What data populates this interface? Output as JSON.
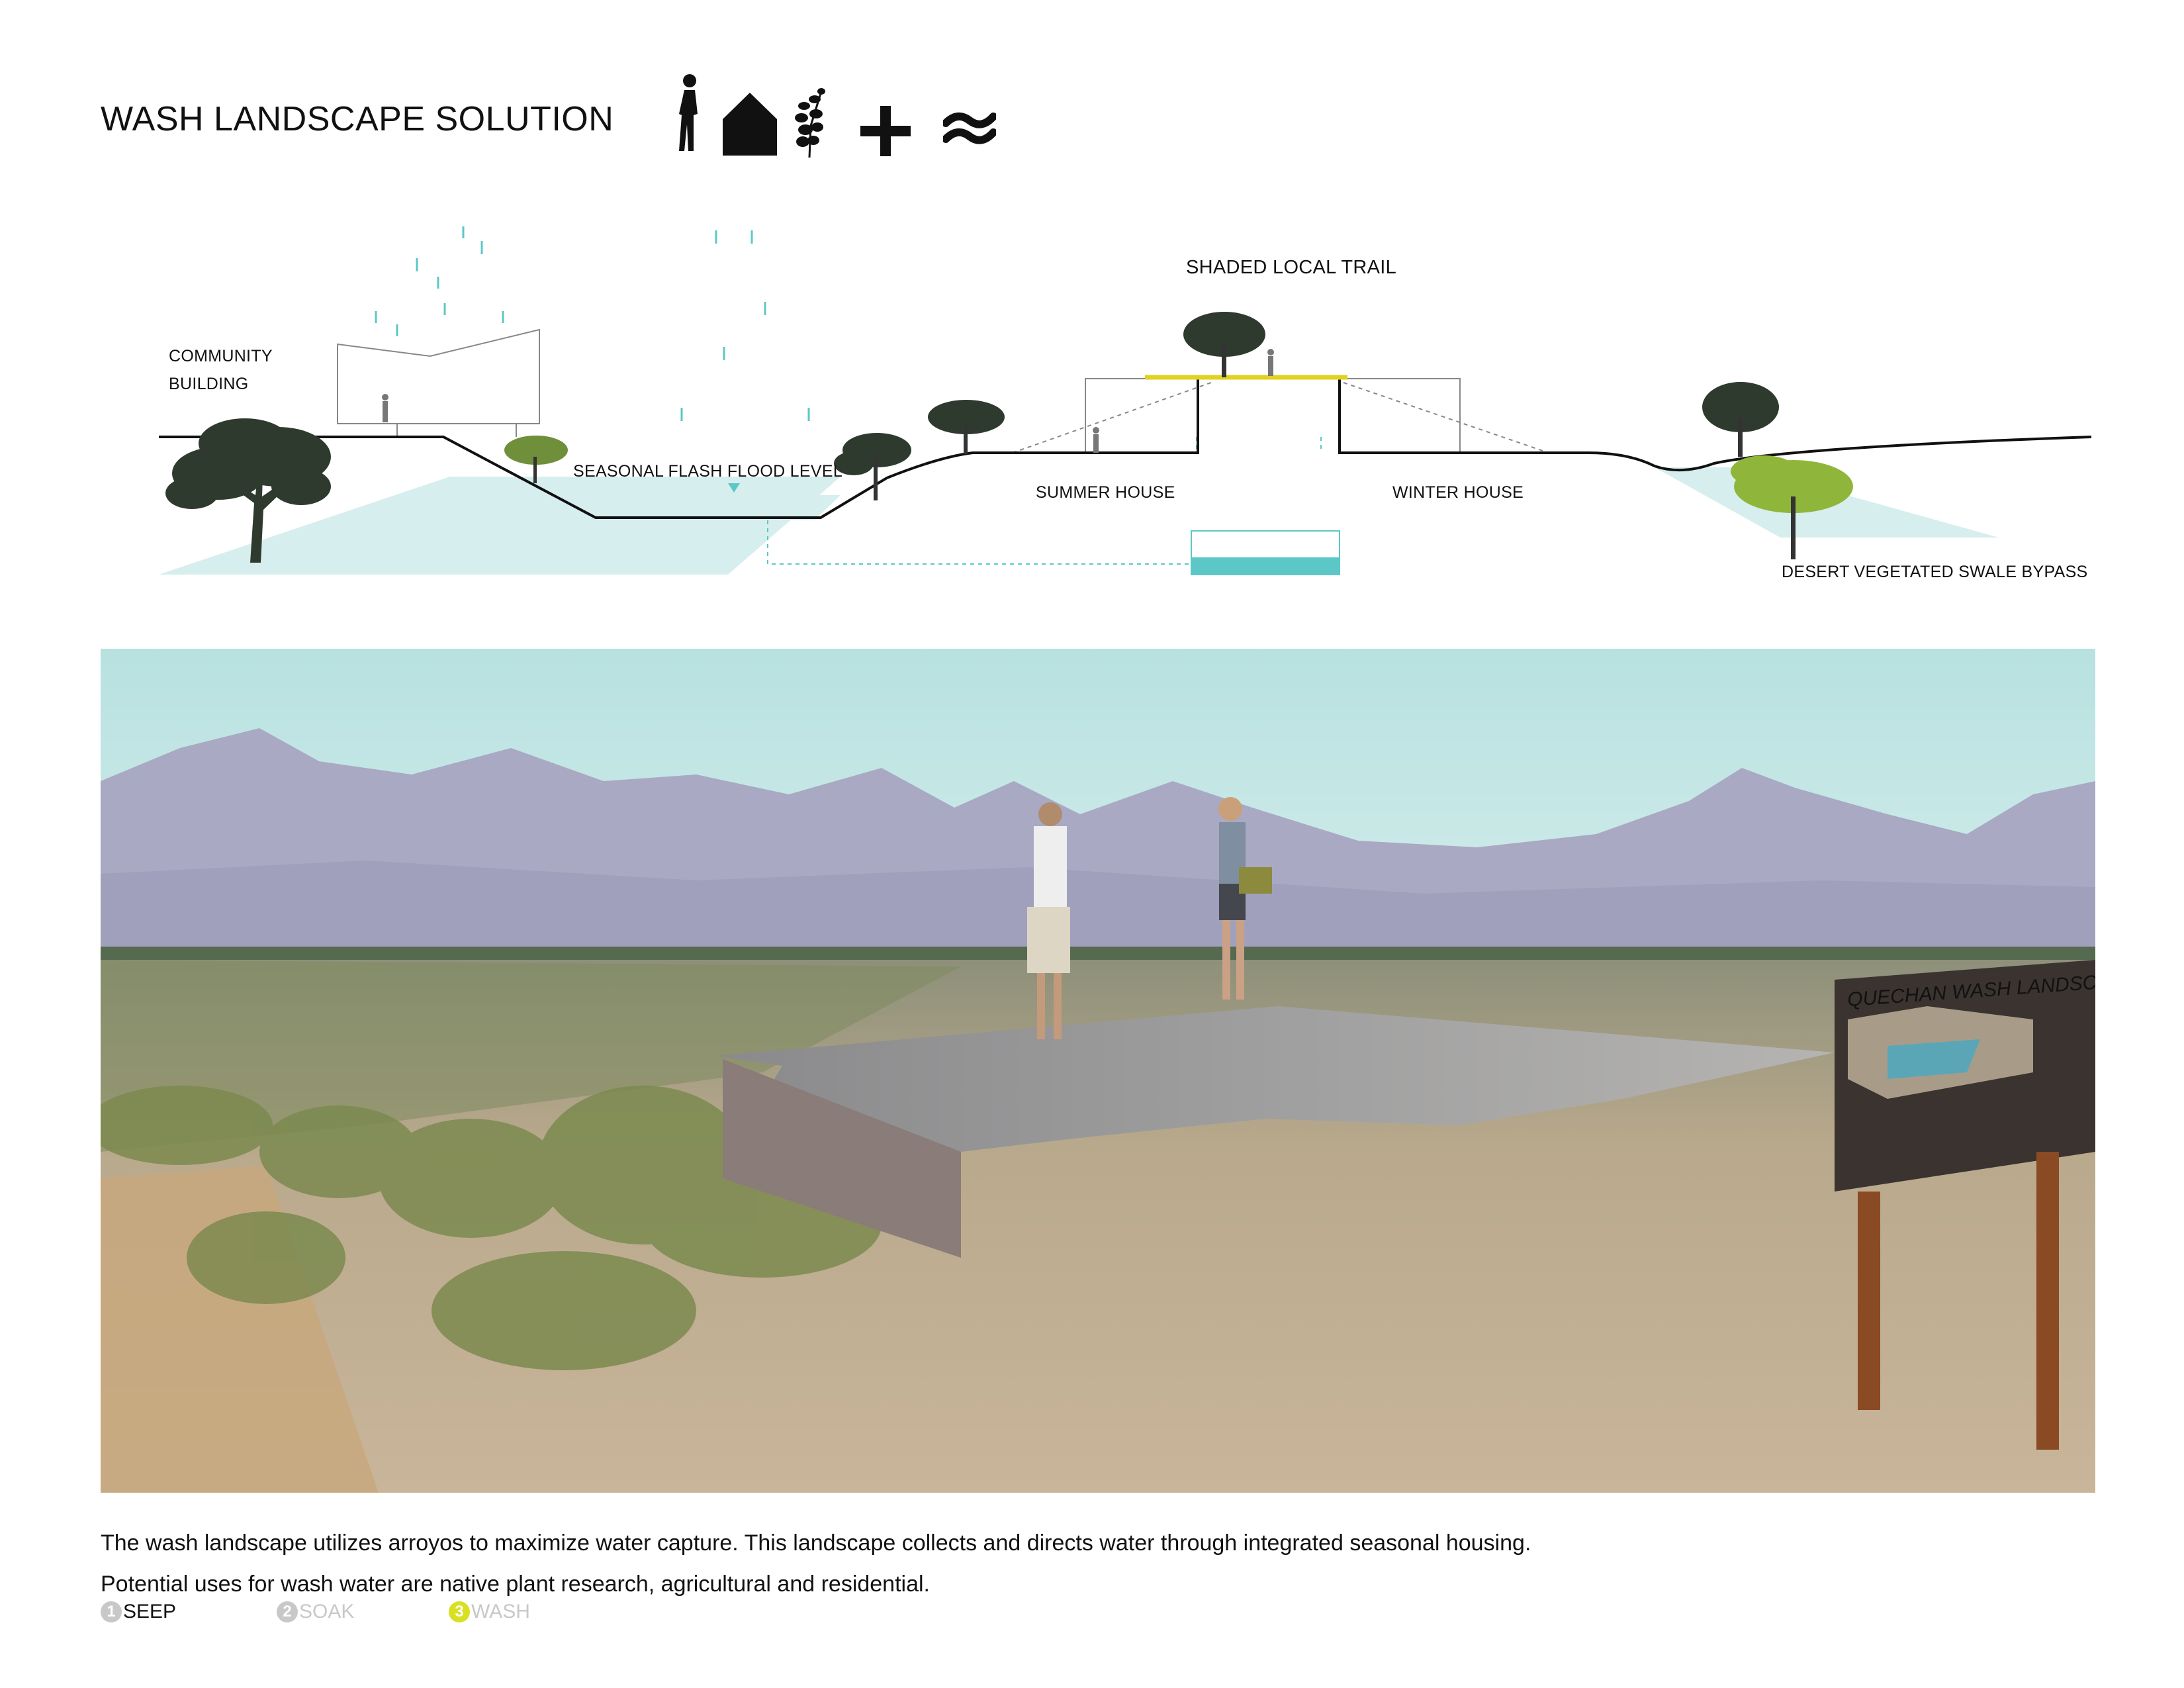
{
  "header": {
    "title": "WASH LANDSCAPE SOLUTION",
    "icons": [
      "person-icon",
      "house-icon",
      "plant-icon",
      "plus-icon",
      "approx-icon"
    ]
  },
  "section": {
    "labels": {
      "community_building_line1": "COMMUNITY",
      "community_building_line2": "BUILDING",
      "flood_level": "SEASONAL FLASH FLOOD LEVEL",
      "shaded_trail": "SHADED LOCAL TRAIL",
      "summer_house": "SUMMER HOUSE",
      "winter_house": "WINTER HOUSE",
      "swale_bypass": "DESERT VEGETATED SWALE BYPASS"
    },
    "colors": {
      "water": "#5cc7c7",
      "water_fill": "#d6eeee",
      "trail": "#e0d21f",
      "ground_line": "#111111"
    }
  },
  "photo": {
    "sign_text": "QUECHAN WASH LANDSCAPES",
    "colors": {
      "sky": "#bfe4e3",
      "mountains": "#a9a9c4",
      "ground": "#b9a98c",
      "platform": "#8d8d8f"
    }
  },
  "description": {
    "text": "The wash landscape utilizes arroyos to maximize water capture. This landscape collects and directs water through integrated seasonal housing. Potential uses for wash water are native plant research, agricultural and residential."
  },
  "steps": [
    {
      "num": "1",
      "label": "SEEP",
      "num_color": "#c8c8c8",
      "label_color": "#111111"
    },
    {
      "num": "2",
      "label": "SOAK",
      "num_color": "#c8c8c8",
      "label_color": "#c8c8c8"
    },
    {
      "num": "3",
      "label": "WASH",
      "num_color": "#d9e021",
      "label_color": "#c8c8c8"
    }
  ]
}
